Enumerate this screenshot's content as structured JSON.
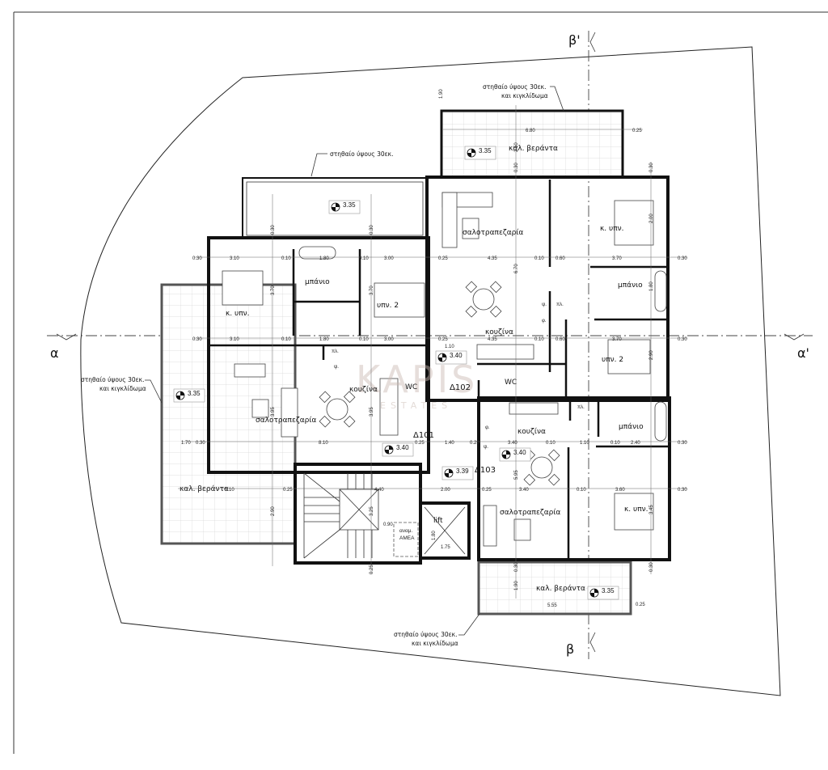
{
  "section_labels": {
    "a": "α",
    "a_prime": "α'",
    "b": "β",
    "b_prime": "β'"
  },
  "watermark": {
    "brand": "KAPIS",
    "sub": "ESTATES"
  },
  "notes": {
    "parapet_top_left": "στηθαίο ύψους 30εκ.",
    "parapet_top_right_1": "στηθαίο ύψους 30εκ.",
    "parapet_top_right_2": "και κιγκλίδωμα",
    "parapet_left_1": "στηθαίο ύψους 30εκ.",
    "parapet_left_2": "και κιγκλίδωμα",
    "parapet_bottom_1": "στηθαίο ύψους 30εκ.",
    "parapet_bottom_2": "και κιγκλίδωμα"
  },
  "rooms": {
    "a_master": "κ. υπν.",
    "a_bath": "μπάνιο",
    "a_bed2": "υπν. 2",
    "a_living": "σαλοτραπεζαρία",
    "a_kitchen": "κουζίνα",
    "a_wc": "WC",
    "a_id": "Δ101",
    "b_id": "Δ102",
    "c_id": "Δ103",
    "b_living": "σαλοτραπεζαρία",
    "b_master": "κ. υπν.",
    "b_bath": "μπάνιο",
    "b_kitchen": "κουζίνα",
    "b_bed2": "υπν. 2",
    "b_wc": "WC",
    "c_kitchen": "κουζίνα",
    "c_bath": "μπάνιο",
    "c_living": "σαλοτραπεζαρία",
    "c_master": "κ. υπν.",
    "veranda_top": "καλ. βεράντα",
    "veranda_left": "καλ. βεράντα",
    "veranda_bottom": "καλ. βεράντα",
    "lift": "lift",
    "disabled_1": "αναμ.",
    "disabled_2": "ΑΜΕΑ",
    "storage_1": "ψ.",
    "storage_2": "ψ.",
    "storage_3": "ψ.",
    "pl_1": "πλ.",
    "pl_2": "πλ.",
    "pl_3": "πλ.",
    "f_1": "φ.",
    "f_2": "φ."
  },
  "levels": [
    "3.35",
    "3.35",
    "3.35",
    "3.40",
    "3.40",
    "3.39",
    "3.40",
    "3.35"
  ],
  "dims": [
    "0.30",
    "3.10",
    "0.10",
    "1.80",
    "0.10",
    "3.00",
    "0.25",
    "4.35",
    "0.10",
    "0.60",
    "3.70",
    "0.30",
    "0.30",
    "3.10",
    "0.10",
    "1.80",
    "0.10",
    "3.00",
    "0.25",
    "4.35",
    "0.10",
    "0.60",
    "3.70",
    "0.30",
    "1.10",
    "1.70",
    "0.30",
    "8.10",
    "0.25",
    "1.40",
    "0.25",
    "3.40",
    "0.10",
    "1.10",
    "0.10",
    "2.40",
    "0.30",
    "5.10",
    "0.25",
    "4.40",
    "2.00",
    "0.25",
    "3.40",
    "0.10",
    "3.60",
    "0.30",
    "6.80",
    "0.25",
    "3.70",
    "3.70",
    "6.70",
    "2.50",
    "0.30",
    "0.30",
    "0.30",
    "0.30",
    "2.00",
    "1.80",
    "2.90",
    "3.95",
    "3.95",
    "2.90",
    "3.25",
    "5.95",
    "3.45",
    "1.90",
    "0.30",
    "0.30",
    "0.25",
    "1.90",
    "0.90",
    "1.80",
    "1.75",
    "0.25",
    "5.55"
  ]
}
